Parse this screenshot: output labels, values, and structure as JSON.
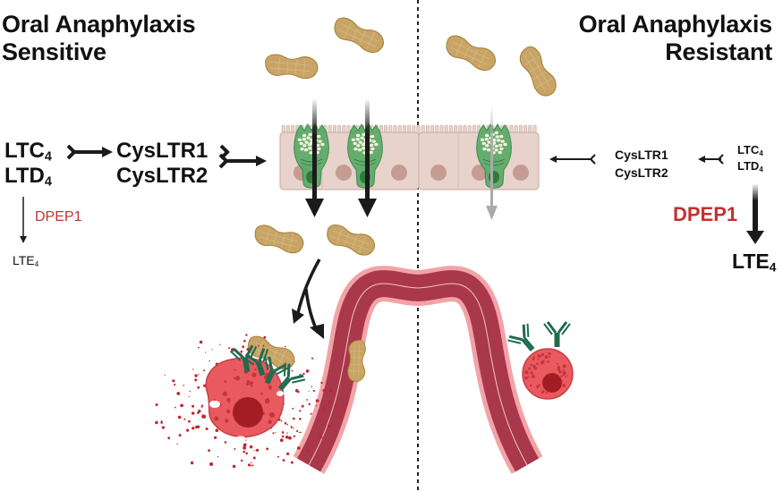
{
  "titles": {
    "left_line1": "Oral Anaphylaxis",
    "left_line2": "Sensitive",
    "right_line1": "Oral Anaphylaxis",
    "right_line2": "Resistant"
  },
  "sensitive": {
    "ltc": "LTC",
    "ltc_sub": "4",
    "ltd": "LTD",
    "ltd_sub": "4",
    "receptor1": "CysLTR1",
    "receptor2": "CysLTR2",
    "enzyme": "DPEP1",
    "lte": "LTE",
    "lte_sub": "4",
    "enzyme_emphasis": "low"
  },
  "resistant": {
    "ltc": "LTC",
    "ltc_sub": "4",
    "ltd": "LTD",
    "ltd_sub": "4",
    "receptor1": "CysLTR1",
    "receptor2": "CysLTR2",
    "enzyme": "DPEP1",
    "lte": "LTE",
    "lte_sub": "4",
    "enzyme_emphasis": "high"
  },
  "colors": {
    "enzyme_red": "#c1322e",
    "goblet_green": "#5aa867",
    "epithelium": "#e7d3cc",
    "peanut": "#c9a467",
    "vessel": "#a8384a",
    "vessel_edge": "#f2a3a7",
    "mast_cell": "#e85a5f",
    "antibody": "#1f6b4f"
  },
  "elements": {
    "peanut_count": 8,
    "goblet_cells_sensitive": 2,
    "goblet_cells_resistant": 1,
    "mast_cell_sensitive_state": "degranulating",
    "mast_cell_resistant_state": "intact"
  }
}
